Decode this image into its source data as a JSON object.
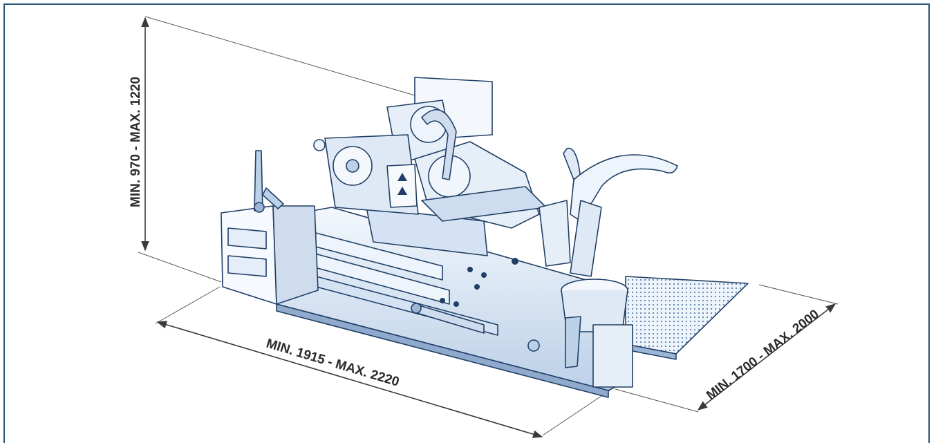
{
  "dimensions": {
    "height": "MIN. 970 - MAX. 1220",
    "length": "MIN. 1915 - MAX. 2220",
    "depth": "MIN. 1700 - MAX. 2000"
  },
  "colors": {
    "frame": "#2a5576",
    "sketch_stroke": "#1f3f66",
    "sketch_fill": "#dbe7f5",
    "dim_lines": "#3a3a3a"
  },
  "illustration": {
    "icon": "tyre-changer-machine-icon"
  }
}
